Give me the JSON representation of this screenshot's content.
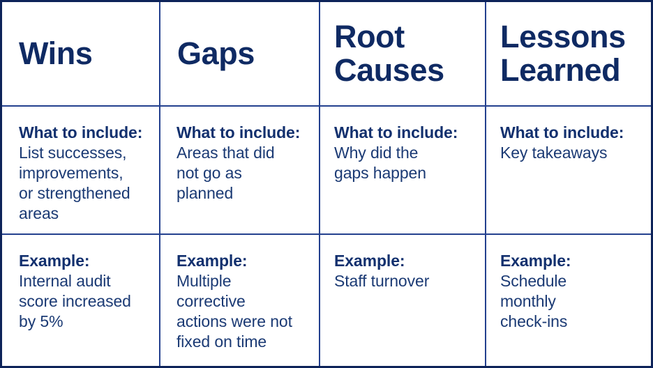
{
  "table": {
    "colors": {
      "outer_border": "#0d2359",
      "inner_border": "#23408e",
      "heading_text": "#0f2a63",
      "label_text": "#12306e",
      "body_text": "#1b3a74",
      "background": "#ffffff"
    },
    "row_labels": {
      "include_label": "What to include:",
      "example_label": "Example:"
    },
    "columns": [
      {
        "header": "Wins",
        "include_label": "What to include:",
        "include_text": "List successes,\nimprovements,\nor strengthened\nareas",
        "example_label": "Example:",
        "example_text": "Internal audit\nscore increased\nby 5%"
      },
      {
        "header": "Gaps",
        "include_label": "What to include:",
        "include_text": "Areas that did\nnot go as\nplanned",
        "example_label": "Example:",
        "example_text": "Multiple\ncorrective\nactions were not\nfixed on time"
      },
      {
        "header": "Root\nCauses",
        "include_label": "What to include:",
        "include_text": "Why did the\ngaps happen",
        "example_label": "Example:",
        "example_text": "Staff turnover"
      },
      {
        "header": "Lessons\nLearned",
        "include_label": "What to include:",
        "include_text": "Key takeaways",
        "example_label": "Example:",
        "example_text": "Schedule\nmonthly\ncheck-ins"
      }
    ]
  }
}
